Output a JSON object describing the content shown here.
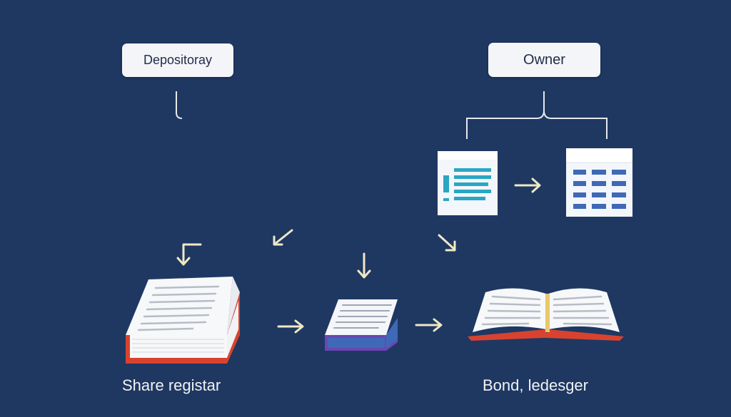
{
  "colors": {
    "background": "#1e3862",
    "line": "#e6e8ec",
    "arrow": "#f0e8c4",
    "book_red": "#d8432f",
    "book_purple": "#6b46b4",
    "table_blue": "#3f69b6",
    "doc_cyan": "#2aa6c4"
  },
  "labels": {
    "depository": "Depositoray",
    "owner": "Owner"
  },
  "captions": {
    "share_register": "Share registar",
    "bond_ledger": "Bond, ledesger"
  },
  "icons": [
    "document-list-icon",
    "table-grid-icon",
    "stacked-book-icon",
    "small-book-icon",
    "open-book-icon",
    "arrow-right-icon",
    "arrow-down-icon",
    "arrow-down-left-icon",
    "arrow-down-right-icon",
    "corner-arrow-icon"
  ]
}
